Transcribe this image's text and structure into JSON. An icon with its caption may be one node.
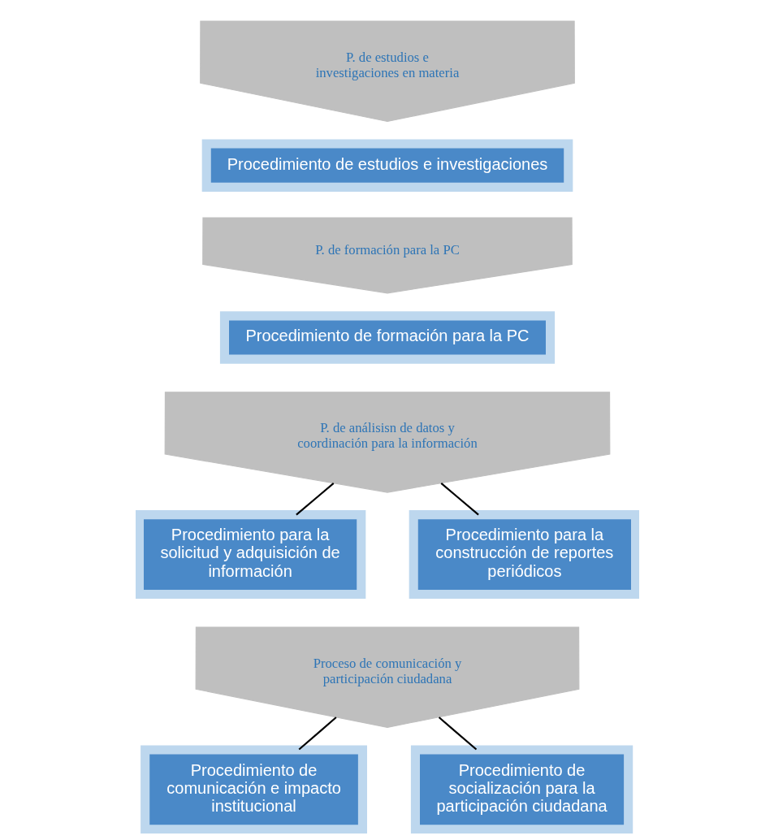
{
  "diagram": {
    "nodes": [
      {
        "text": [
          "P. de estudios e investigaciones en materia"
        ]
      },
      {
        "text": [
          "Procedimiento de estudios e investigaciones"
        ]
      },
      {
        "text": [
          "P. de formación para la PC"
        ]
      },
      {
        "text": [
          "Procedimiento de formación para la PC"
        ]
      },
      {
        "text": [
          "P. de análisisn de datos y coordinación para la información"
        ]
      },
      {
        "text": [
          "Procedimiento para la solicitud y adquisición de información"
        ]
      },
      {
        "text": [
          "Procedimiento para la construcción de reportes periódicos"
        ]
      },
      {
        "text": [
          "Proceso de comunicación y participación ciudadana"
        ]
      },
      {
        "text": [
          "Procedimiento de comunicación e impacto institucional"
        ]
      },
      {
        "text": [
          "Procedimiento de socialización para la participación ciudadana"
        ]
      }
    ],
    "edges": [
      {
        "from": 4,
        "to": 5,
        "arrow": "none"
      },
      {
        "from": 4,
        "to": 6,
        "arrow": "none"
      },
      {
        "from": 7,
        "to": 8,
        "arrow": "none"
      },
      {
        "from": 7,
        "to": 9,
        "arrow": "none"
      }
    ]
  }
}
